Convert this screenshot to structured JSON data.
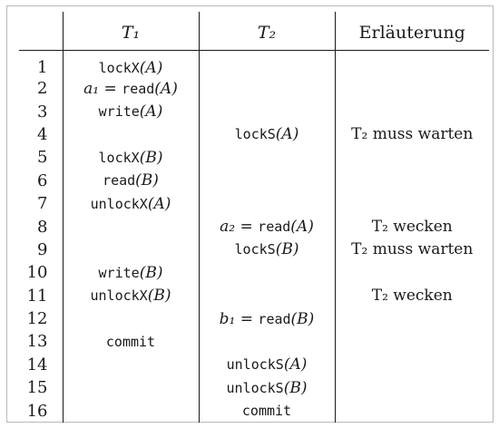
{
  "header": {
    "col_num": "",
    "col_t1": "T₁",
    "col_t2": "T₂",
    "col_expl": "Erläuterung"
  },
  "rows": [
    {
      "num": "1",
      "t1": "lockX(A)",
      "t2": "",
      "expl": ""
    },
    {
      "num": "2",
      "t1": "a₁ = read(A)",
      "t2": "",
      "expl": ""
    },
    {
      "num": "3",
      "t1": "write(A)",
      "t2": "",
      "expl": ""
    },
    {
      "num": "4",
      "t1": "",
      "t2": "lockS(A)",
      "expl": "T₂ muss warten"
    },
    {
      "num": "5",
      "t1": "lockX(B)",
      "t2": "",
      "expl": ""
    },
    {
      "num": "6",
      "t1": "read(B)",
      "t2": "",
      "expl": ""
    },
    {
      "num": "7",
      "t1": "unlockX(A)",
      "t2": "",
      "expl": ""
    },
    {
      "num": "8",
      "t1": "",
      "t2": "a₂ = read(A)",
      "expl": "T₂ wecken"
    },
    {
      "num": "9",
      "t1": "",
      "t2": "lockS(B)",
      "expl": "T₂ muss warten"
    },
    {
      "num": "10",
      "t1": "write(B)",
      "t2": "",
      "expl": ""
    },
    {
      "num": "11",
      "t1": "unlockX(B)",
      "t2": "",
      "expl": "T₂ wecken"
    },
    {
      "num": "12",
      "t1": "",
      "t2": "b₁ = read(B)",
      "expl": ""
    },
    {
      "num": "13",
      "t1": "commit",
      "t2": "",
      "expl": ""
    },
    {
      "num": "14",
      "t1": "",
      "t2": "unlockS(A)",
      "expl": ""
    },
    {
      "num": "15",
      "t1": "",
      "t2": "unlockS(B)",
      "expl": ""
    },
    {
      "num": "16",
      "t1": "",
      "t2": "commit",
      "expl": ""
    }
  ]
}
